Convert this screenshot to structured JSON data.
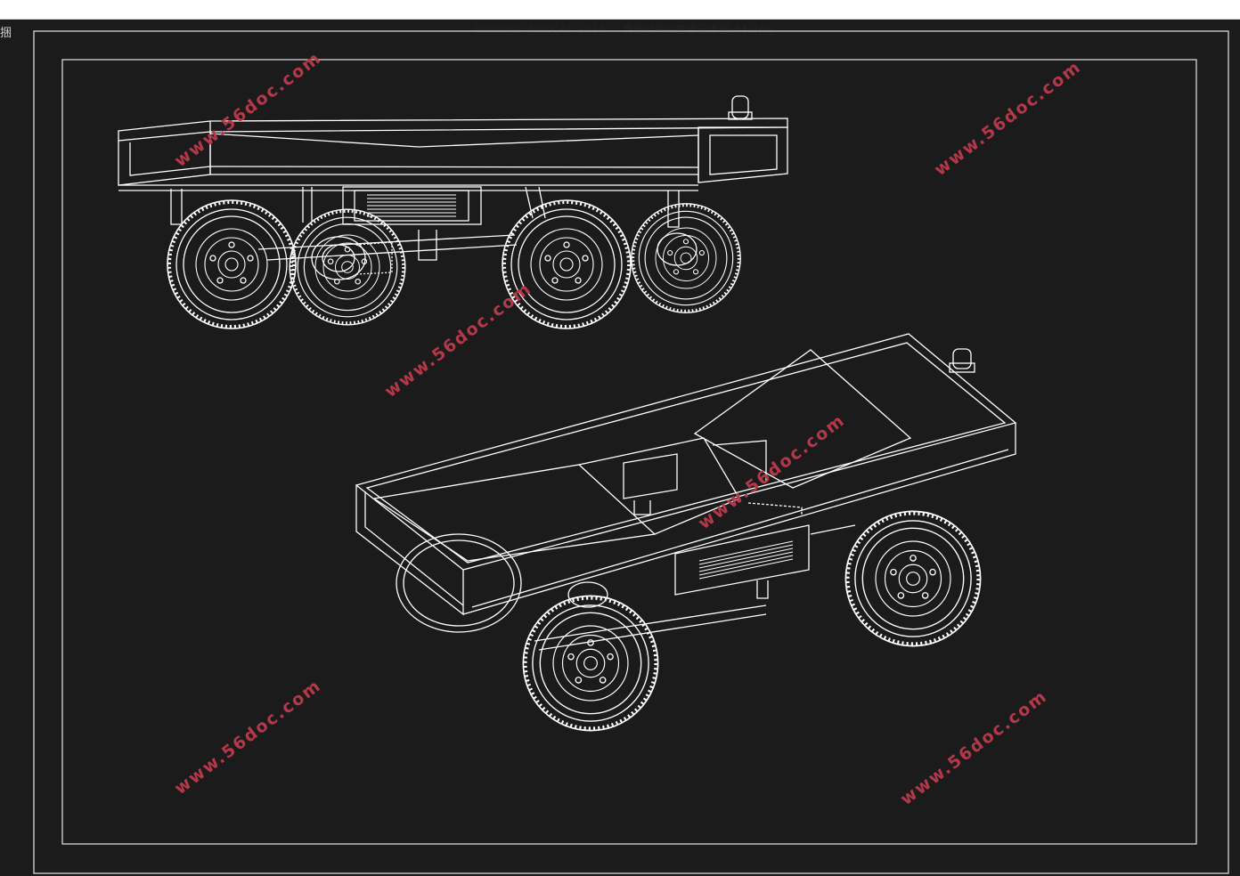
{
  "window": {
    "app_title": "Autodesk AutoCAD 2016",
    "file_title": "自移动平台总装三维图-A4.dwg"
  },
  "corner_glyph": "捆",
  "watermark": "www.56doc.com",
  "colors": {
    "background": "#1b1b1b",
    "lines": "#ffffff",
    "watermark": "#b5384a"
  }
}
